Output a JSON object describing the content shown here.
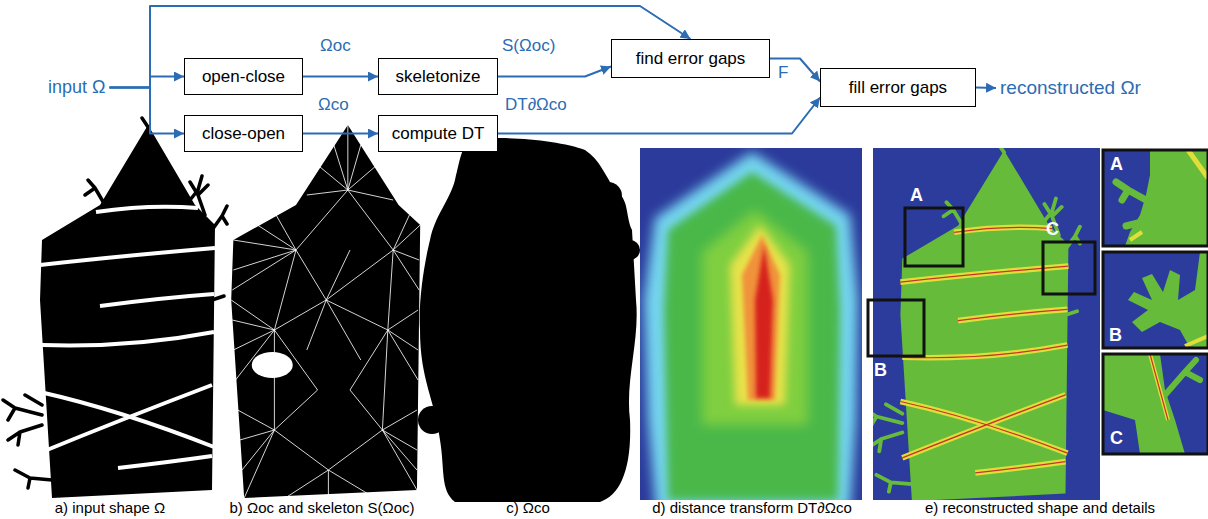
{
  "diagram": {
    "nodes": [
      {
        "text": [
          "input Ω"
        ]
      },
      {
        "text": [
          "open-close"
        ]
      },
      {
        "text": [
          "skeletonize"
        ]
      },
      {
        "text": [
          "find error gaps"
        ]
      },
      {
        "text": [
          "close-open"
        ]
      },
      {
        "text": [
          "compute DT"
        ]
      },
      {
        "text": [
          "fill error gaps"
        ]
      },
      {
        "text": [
          "reconstructed Ωr"
        ]
      }
    ],
    "edges": [
      {
        "from": 0,
        "to": 1,
        "arrow": "to"
      },
      {
        "from": 0,
        "to": 4,
        "arrow": "to"
      },
      {
        "from": 0,
        "to": 3,
        "arrow": "to"
      },
      {
        "from": 1,
        "to": 2,
        "label": "Ωoc",
        "arrow": "to"
      },
      {
        "from": 2,
        "to": 3,
        "label": "S(Ωoc)",
        "arrow": "to"
      },
      {
        "from": 3,
        "to": 6,
        "label": "F",
        "arrow": "to"
      },
      {
        "from": 4,
        "to": 5,
        "label": "Ωco",
        "arrow": "to"
      },
      {
        "from": 5,
        "to": 6,
        "label": "DT∂Ωco",
        "arrow": "to"
      },
      {
        "from": 6,
        "to": 7,
        "arrow": "to"
      }
    ],
    "labels": [
      "a) input shape Ω",
      "b) Ωoc and skeleton S(Ωoc)",
      "c) Ωco",
      "d) distance transform DT∂Ωco",
      "e) reconstructed shape and details",
      "A",
      "B",
      "C",
      "A",
      "B",
      "C"
    ]
  }
}
